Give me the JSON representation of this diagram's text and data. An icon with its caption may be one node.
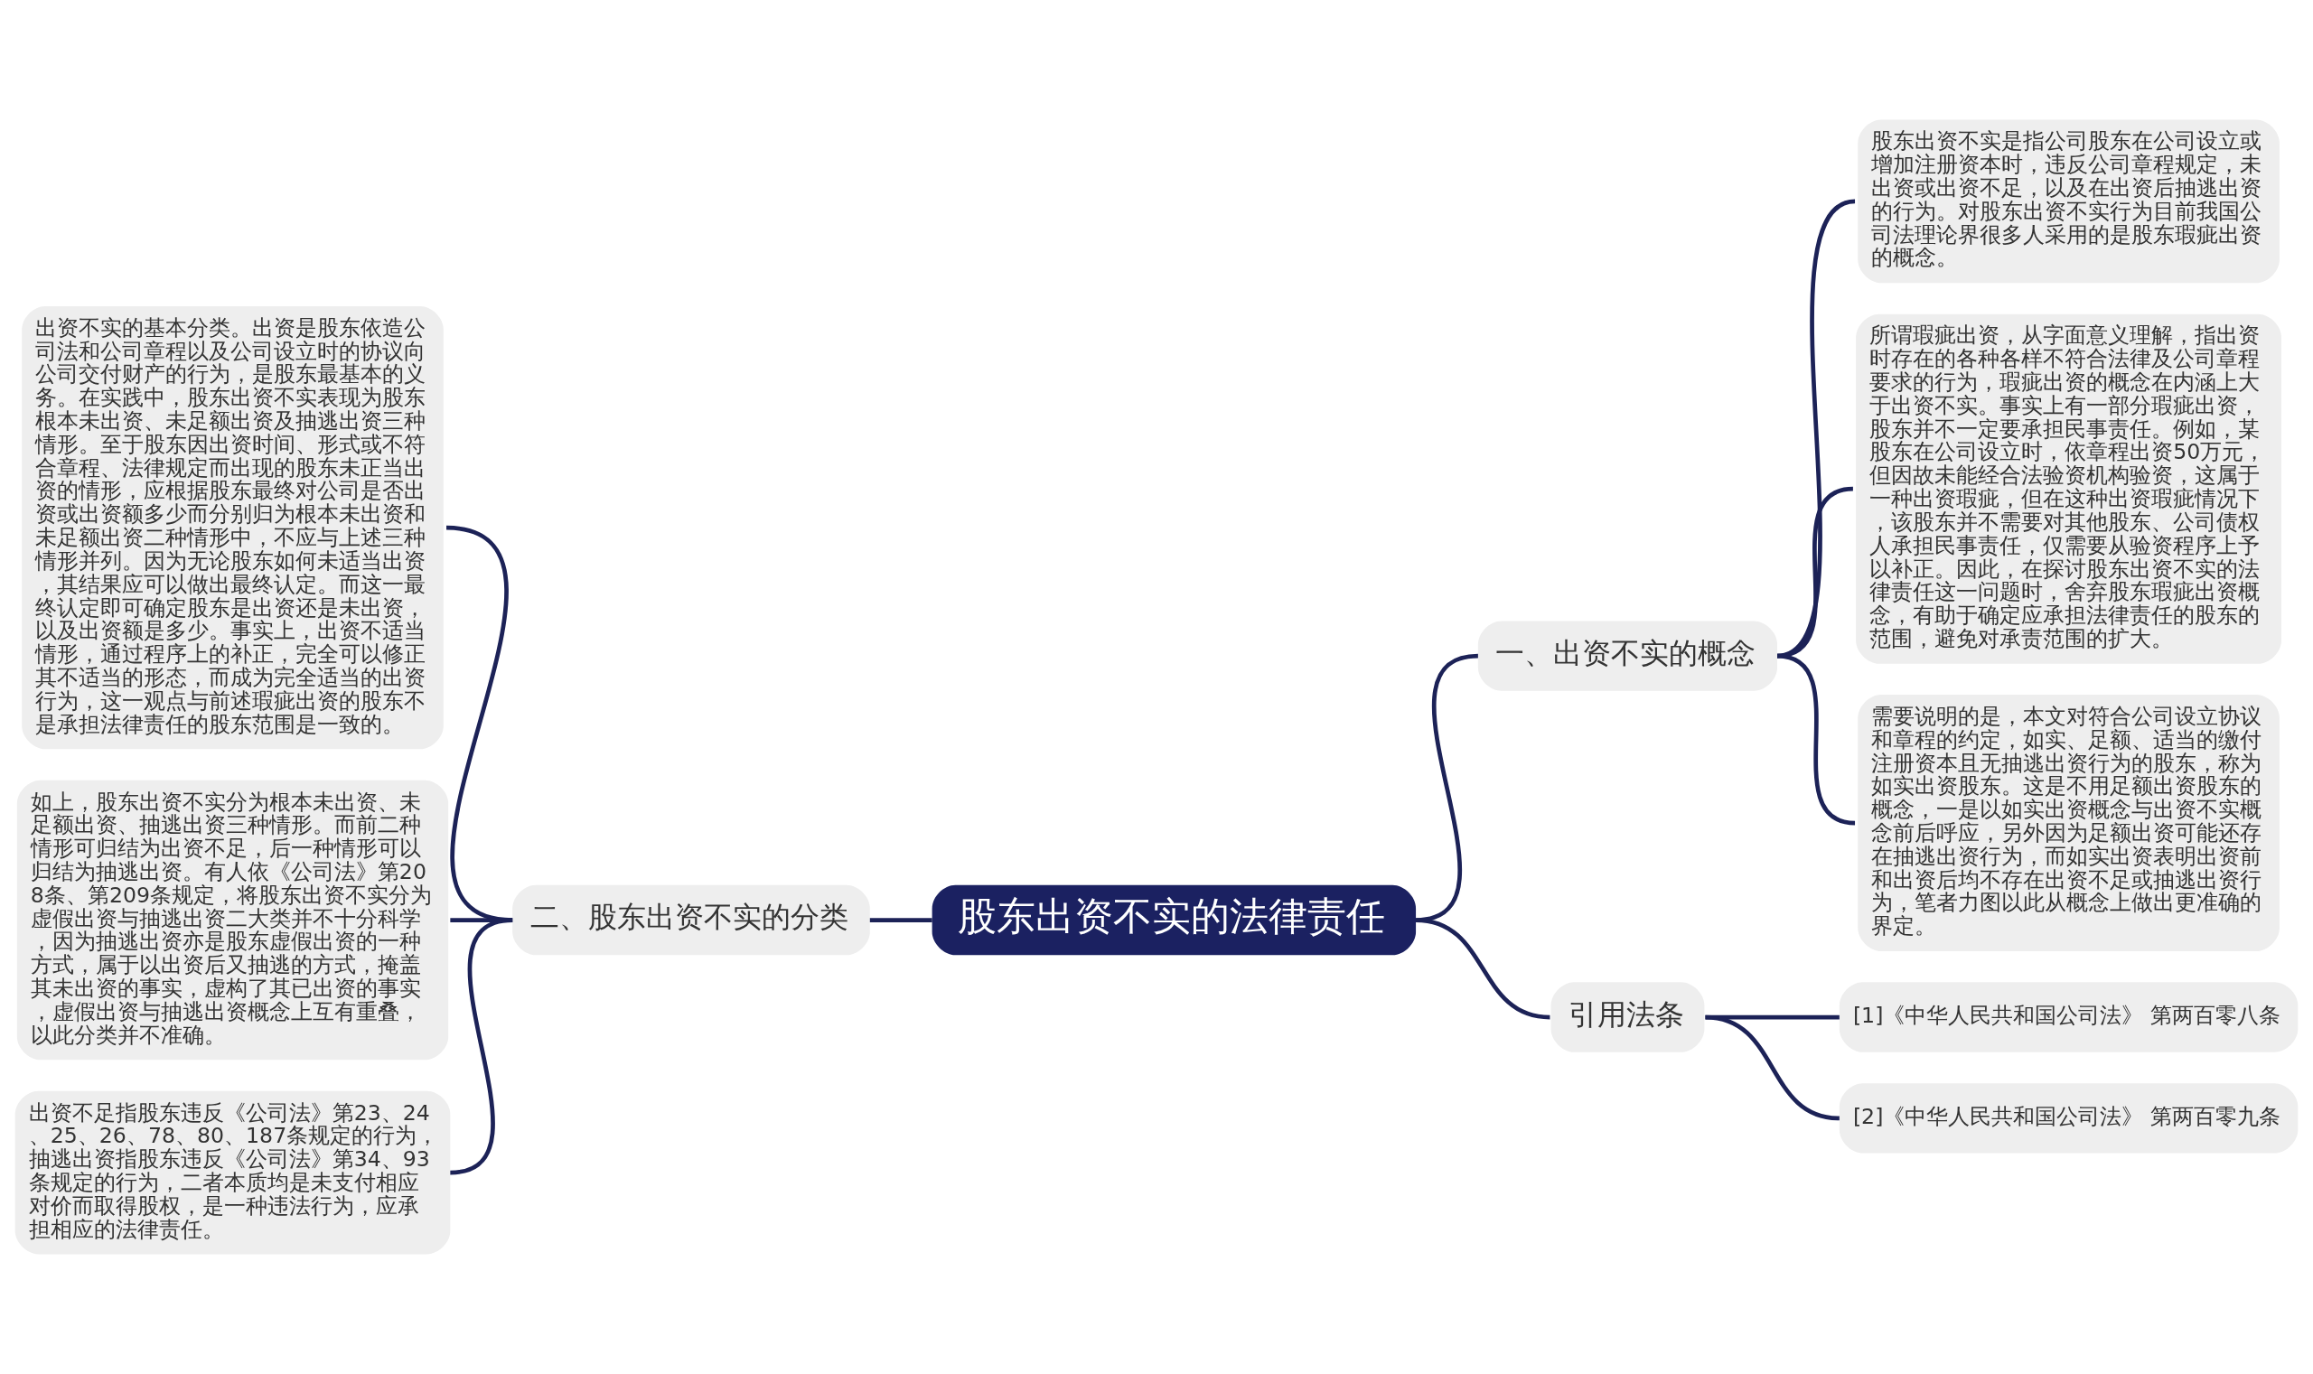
{
  "diagram": {
    "nodes": [
      {
        "text": [
          "股东出资不实的法律责任"
        ]
      },
      {
        "text": [
          "一、出资不实的概念"
        ]
      },
      {
        "text": [
          "股东出资不实是指公司股东在公司设立或增加注册资本时，违反公司章程规定，未出资或出资不足，以及在出资后抽逃出资的行为。对股东出资不实行为目前我国公司法理论界很多人采用的是股东瑕疵出资的概念。"
        ]
      },
      {
        "text": [
          "所谓瑕疵出资，从字面意义理解，指出资时存在的各种各样不符合法律及公司章程要求的行为，瑕疵出资的概念在内涵上大于出资不实。事实上有一部分瑕疵出资，股东并不一定要承担民事责任。例如，某股东在公司设立时，依章程出资50万元，但因故未能经合法验资机构验资，这属于一种出资瑕疵，但在这种出资瑕疵情况下，该股东并不需要对其他股东、公司债权人承担民事责任，仅需要从验资程序上予以补正。因此，在探讨股东出资不实的法律责任这一问题时，舍弃股东瑕疵出资概念，有助于确定应承担法律责任的股东的范围，避免对承责范围的扩大。"
        ]
      },
      {
        "text": [
          "需要说明的是，本文对符合公司设立协议和章程的约定，如实、足额、适当的缴付注册资本且无抽逃出资行为的股东，称为如实出资股东。这是不用足额出资股东的概念，一是以如实出资概念与出资不实概念前后呼应，另外因为足额出资可能还存在抽逃出资行为，而如实出资表明出资前和出资后均不存在出资不足或抽逃出资行为，笔者力图以此从概念上做出更准确的界定。"
        ]
      },
      {
        "text": [
          "二、股东出资不实的分类"
        ]
      },
      {
        "text": [
          "出资不实的基本分类。出资是股东依造公司法和公司章程以及公司设立时的协议向公司交付财产的行为，是股东最基本的义务。在实践中，股东出资不实表现为股东根本未出资、未足额出资及抽逃出资三种情形。至于股东因出资时间、形式或不符合章程、法律规定而出现的股东未正当出资的情形，应根据股东最终对公司是否出资或出资额多少而分别归为根本未出资和未足额出资二种情形中，不应与上述三种情形并列。因为无论股东如何未适当出资，其结果应可以做出最终认定。而这一最终认定即可确定股东是出资还是未出资，以及出资额是多少。事实上，出资不适当情形，通过程序上的补正，完全可以修正其不适当的形态，而成为完全适当的出资行为，这一观点与前述瑕疵出资的股东不是承担法律责任的股东范围是一致的。"
        ]
      },
      {
        "text": [
          "如上，股东出资不实分为根本未出资、未足额出资、抽逃出资三种情形。而前二种情形可归结为出资不足，后一种情形可以归结为抽逃出资。有人依《公司法》第208条、第209条规定，将股东出资不实分为虚假出资与抽逃出资二大类并不十分科学，因为抽逃出资亦是股东虚假出资的一种方式，属于以出资后又抽逃的方式，掩盖其未出资的事实，虚构了其已出资的事实，虚假出资与抽逃出资概念上互有重叠，以此分类并不准确。"
        ]
      },
      {
        "text": [
          "出资不足指股东违反《公司法》第23、24、25、26、78、80、187条规定的行为，抽逃出资指股东违反《公司法》第34、93条规定的行为，二者本质均是未支付相应对价而取得股权，是一种违法行为，应承担相应的法律责任。"
        ]
      },
      {
        "text": [
          "引用法条"
        ]
      },
      {
        "text": [
          "[1]《中华人民共和国公司法》 第两百零八条"
        ]
      },
      {
        "text": [
          "[2]《中华人民共和国公司法》 第两百零九条"
        ]
      }
    ],
    "edges": [
      {
        "from": 0,
        "to": 1,
        "arrow": "none"
      },
      {
        "from": 1,
        "to": 2,
        "arrow": "none"
      },
      {
        "from": 1,
        "to": 3,
        "arrow": "none"
      },
      {
        "from": 1,
        "to": 4,
        "arrow": "none"
      },
      {
        "from": 0,
        "to": 5,
        "arrow": "none"
      },
      {
        "from": 5,
        "to": 6,
        "arrow": "none"
      },
      {
        "from": 5,
        "to": 7,
        "arrow": "none"
      },
      {
        "from": 5,
        "to": 8,
        "arrow": "none"
      },
      {
        "from": 0,
        "to": 9,
        "arrow": "none"
      },
      {
        "from": 9,
        "to": 10,
        "arrow": "none"
      },
      {
        "from": 9,
        "to": 11,
        "arrow": "none"
      }
    ]
  }
}
